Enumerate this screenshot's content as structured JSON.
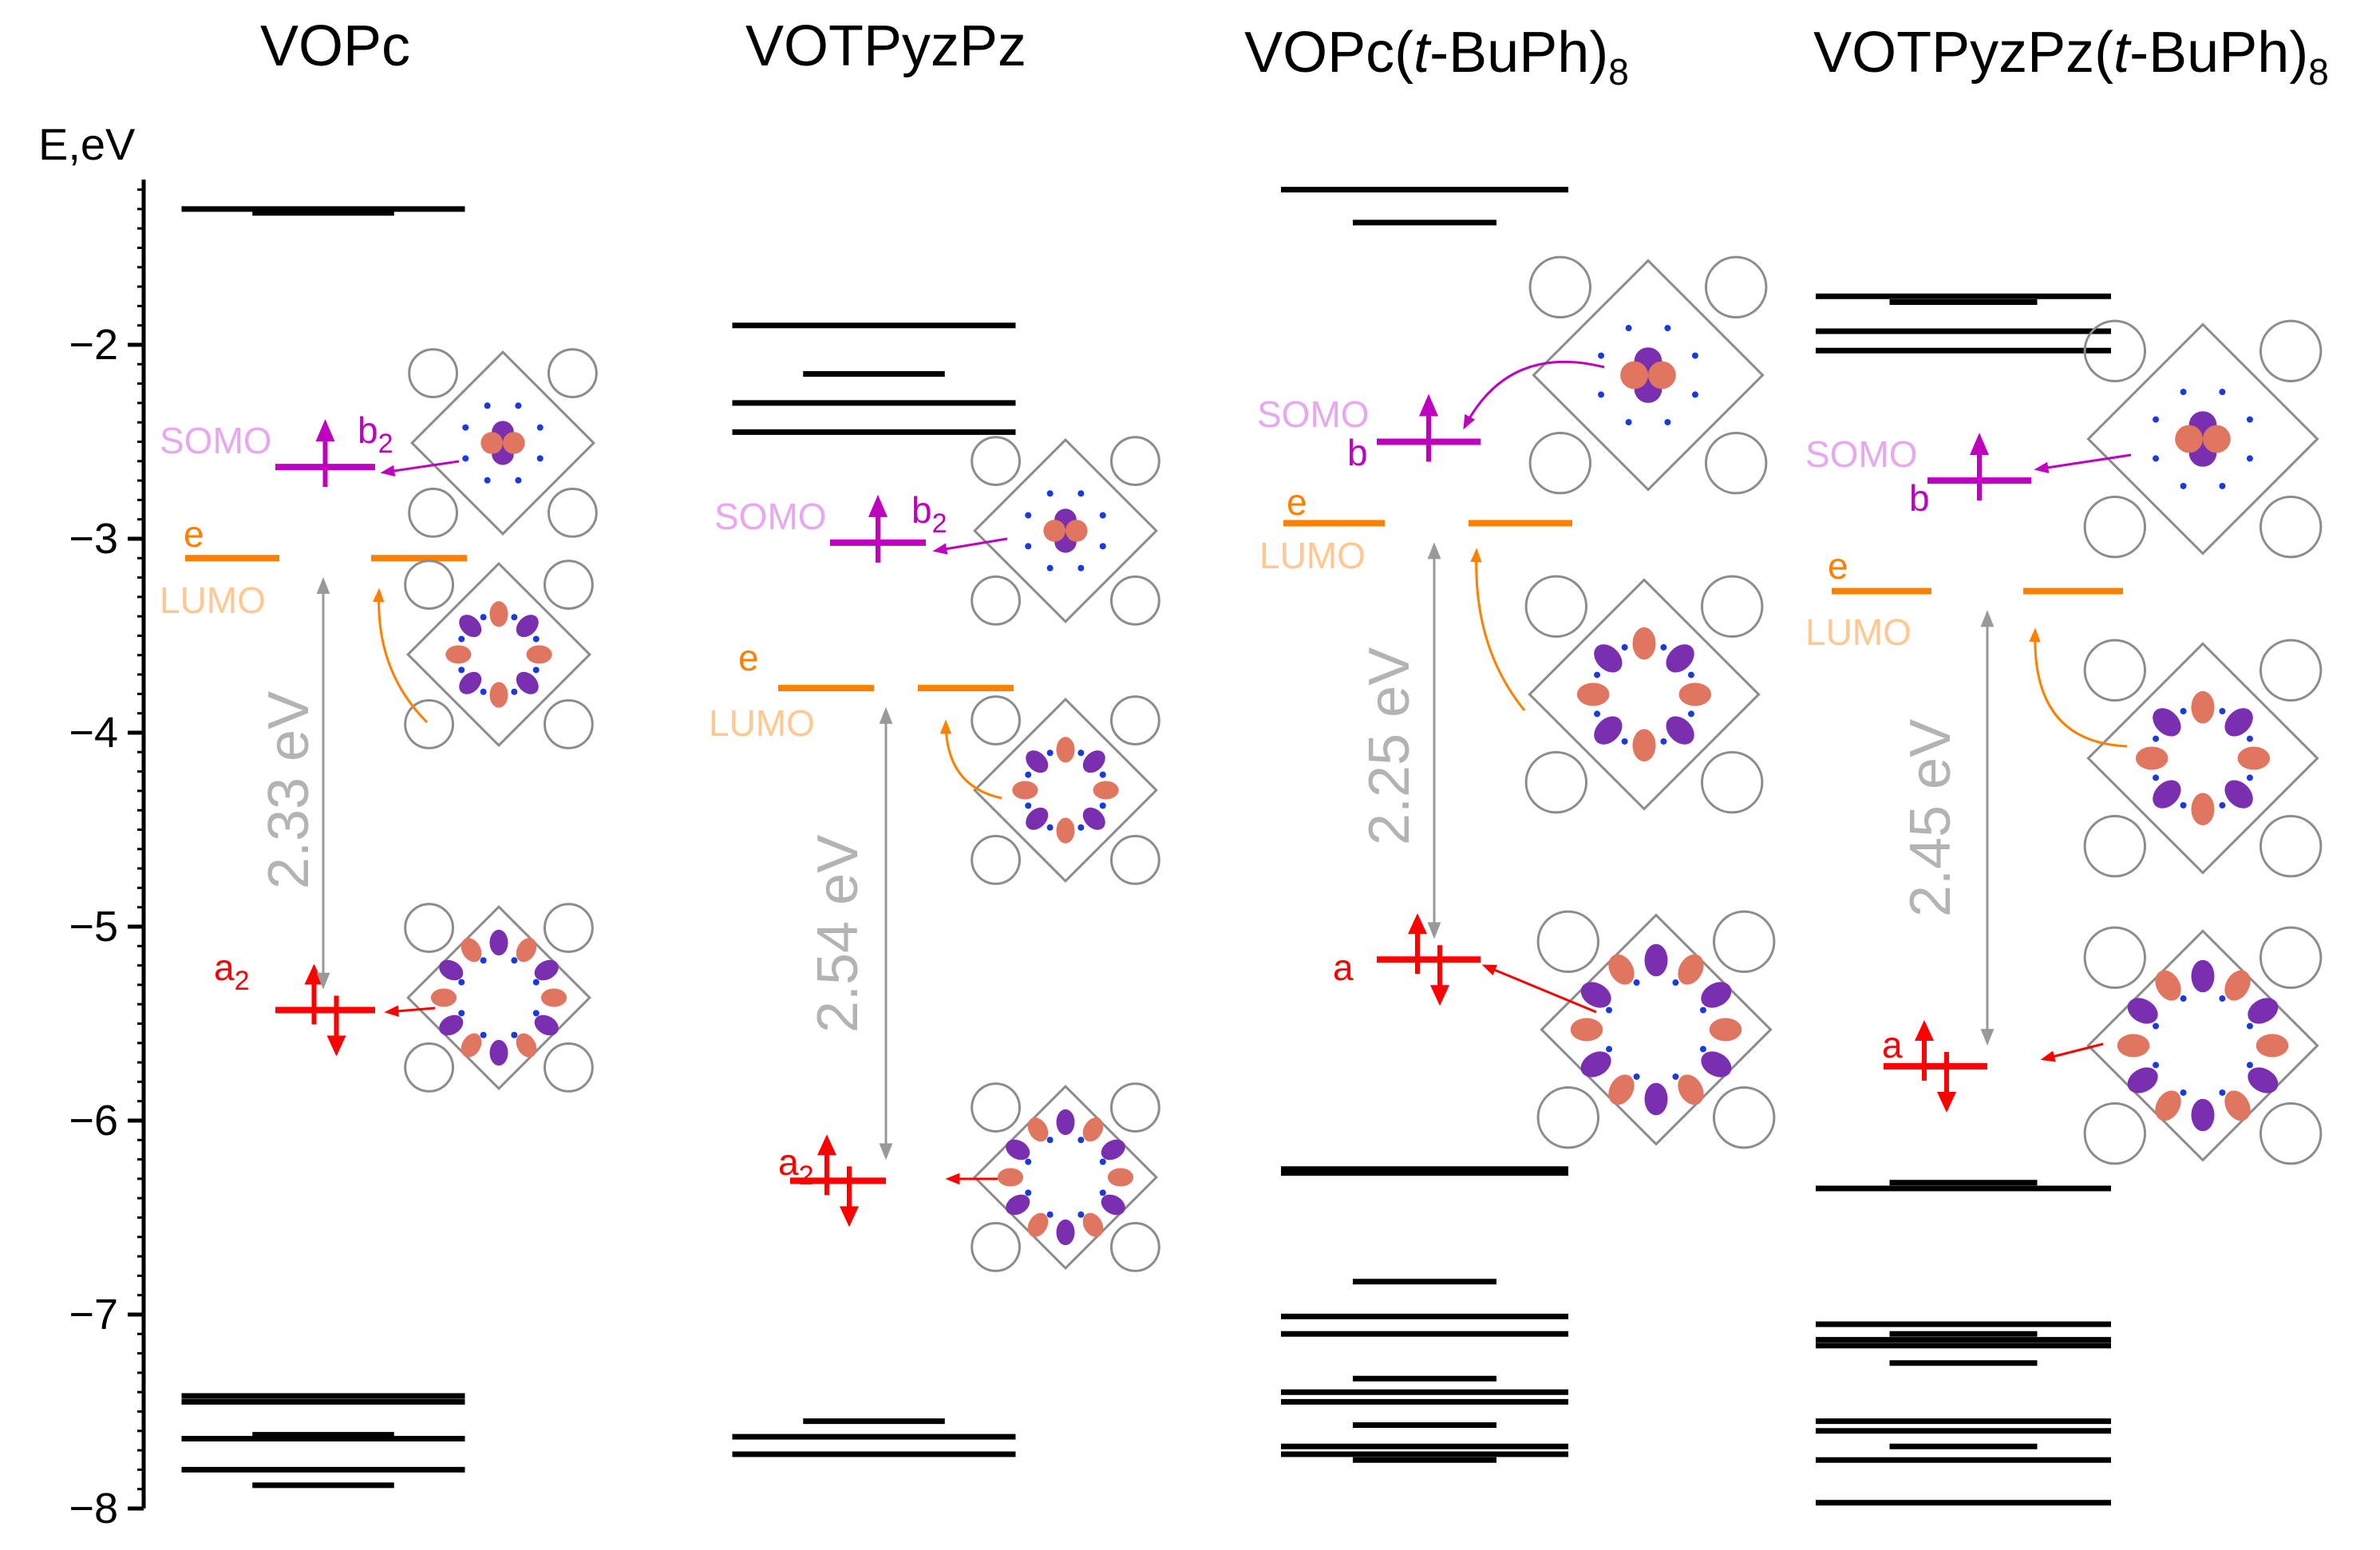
{
  "axis": {
    "label": "E,eV",
    "ticks": [
      "−2",
      "−3",
      "−4",
      "−5",
      "−6",
      "−7",
      "−8"
    ],
    "range": [
      -8,
      -1
    ]
  },
  "colors": {
    "occupied": "#000000",
    "somo": "#bf00bf",
    "somo_label": "#e8a8f0",
    "lumo": "#ff8000",
    "lumo_label": "#ffc890",
    "homo": "#ff0000",
    "gap": "#999999",
    "gap_label": "#b3b3b3",
    "lobe_orange": "#e07560",
    "lobe_purple": "#7a2fb0",
    "atom_grey": "#8c8c8c",
    "atom_blue": "#1a3ad9"
  },
  "molecules": [
    {
      "name": "VOPc",
      "somo_label": "SOMO",
      "somo_sym": "b2",
      "lumo_label": "LUMO",
      "lumo_sym": "e",
      "homo_sym": "a2",
      "gap_label": "2.33 eV",
      "energies": {
        "upper": [
          -1.3,
          -1.32
        ],
        "somo": -2.63,
        "lumo": -3.1,
        "homo": -5.43,
        "lower": [
          -7.42,
          -7.45,
          -7.62,
          -7.64,
          -7.8,
          -7.88
        ]
      }
    },
    {
      "name": "VOTPyzPz",
      "somo_label": "SOMO",
      "somo_sym": "b2",
      "lumo_label": "LUMO",
      "lumo_sym": "e",
      "homo_sym": "a2",
      "gap_label": "2.54 eV",
      "energies": {
        "upper": [
          -1.9,
          -2.15,
          -2.3,
          -2.45
        ],
        "somo": -3.02,
        "lumo": -3.77,
        "homo": -6.31,
        "lower": [
          -7.55,
          -7.63,
          -7.72
        ]
      }
    },
    {
      "name": "VOPc(t-BuPh)",
      "name_prefix": "VOPc(",
      "name_italic": "t",
      "name_suffix": "-BuPh)",
      "name_subscript": "8",
      "somo_label": "SOMO",
      "somo_sym": "b",
      "lumo_label": "LUMO",
      "lumo_sym": "e",
      "homo_sym": "a",
      "gap_label": "2.25 eV",
      "energies": {
        "upper": [
          -1.2,
          -1.37
        ],
        "somo": -2.5,
        "lumo": -2.92,
        "homo": -5.17,
        "lower": [
          -6.25,
          -6.27,
          -6.83,
          -7.01,
          -7.1,
          -7.33,
          -7.4,
          -7.45,
          -7.57,
          -7.68,
          -7.72,
          -7.75
        ]
      }
    },
    {
      "name": "VOTPyzPz(t-BuPh)",
      "name_prefix": "VOTPyzPz(",
      "name_italic": "t",
      "name_suffix": "-BuPh)",
      "name_subscript": "8",
      "somo_label": "SOMO",
      "somo_sym": "b",
      "lumo_label": "LUMO",
      "lumo_sym": "e",
      "homo_sym": "a",
      "gap_label": "2.45 eV",
      "energies": {
        "upper": [
          -1.75,
          -1.78,
          -1.93,
          -2.03
        ],
        "somo": -2.7,
        "lumo": -3.27,
        "homo": -5.72,
        "lower": [
          -6.32,
          -6.35,
          -7.05,
          -7.1,
          -7.13,
          -7.16,
          -7.25,
          -7.55,
          -7.6,
          -7.68,
          -7.75,
          -7.97
        ]
      }
    }
  ]
}
